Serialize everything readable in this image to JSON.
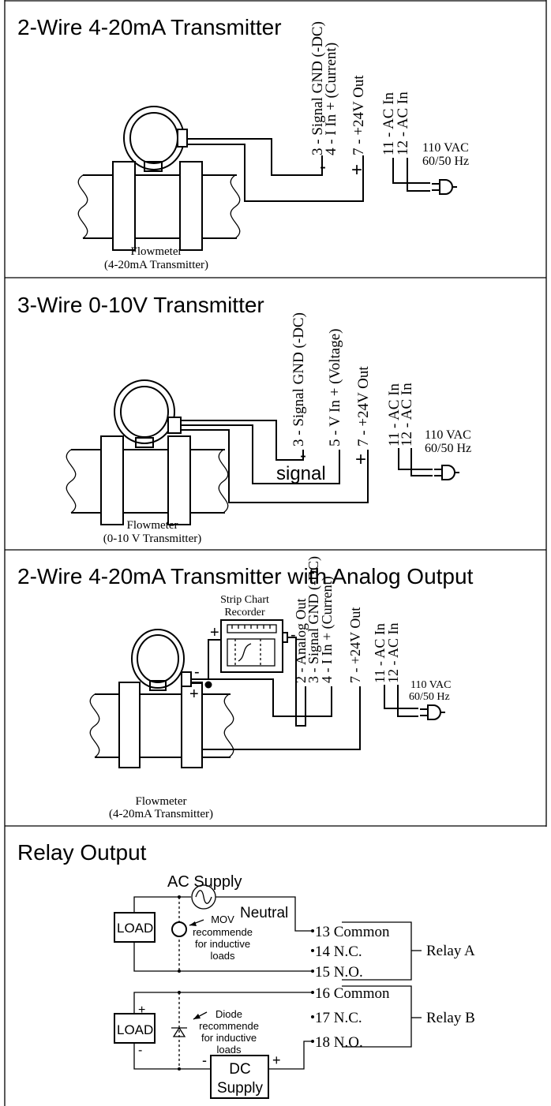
{
  "sections": [
    {
      "title": "2-Wire 4-20mA Transmitter",
      "terminals": [
        "3 - Signal GND (-DC)",
        "4 - I In + (Current)",
        "7 - +24V Out",
        "11 - AC In",
        "12 - AC In"
      ],
      "supply": [
        "110 VAC",
        "60/50 Hz"
      ],
      "polarity": [
        "-",
        "+"
      ],
      "device_label": [
        "Flowmeter",
        "(4-20mA Transmitter)"
      ]
    },
    {
      "title": "3-Wire 0-10V Transmitter",
      "terminals": [
        "3 - Signal GND (-DC)",
        "5 - V In + (Voltage)",
        "7 - +24V Out",
        "11 - AC In",
        "12 - AC In"
      ],
      "supply": [
        "110 VAC",
        "60/50 Hz"
      ],
      "polarity": [
        "-",
        "+"
      ],
      "signal_label": "signal",
      "device_label": [
        "Flowmeter",
        "(0-10 V Transmitter)"
      ]
    },
    {
      "title": "2-Wire 4-20mA Transmitter with Analog Output",
      "recorder_label": [
        "Strip Chart",
        "Recorder"
      ],
      "terminals": [
        "2 - Analog Out",
        "3 - Signal GND (-DC)",
        "4 - I In + (Current)",
        "7 - +24V Out",
        "11 - AC In",
        "12 - AC In"
      ],
      "supply": [
        "110 VAC",
        "60/50 Hz"
      ],
      "polarity": [
        "+",
        "-",
        "-",
        "+"
      ],
      "device_label": [
        "Flowmeter",
        "(4-20mA Transmitter)"
      ]
    },
    {
      "title": "Relay Output",
      "ac_supply": "AC Supply",
      "neutral": "Neutral",
      "load": "LOAD",
      "mov_note": [
        "MOV",
        "recommende",
        "for inductive",
        "loads"
      ],
      "diode_note": [
        "Diode",
        "recommende",
        "for inductive",
        "loads"
      ],
      "relay_a_terminals": [
        "13 Common",
        "14 N.C.",
        "15 N.O."
      ],
      "relay_b_terminals": [
        "16 Common",
        "17 N.C.",
        "18 N.O."
      ],
      "relay_a": "Relay A",
      "relay_b": "Relay B",
      "dc_supply": [
        "DC",
        "Supply"
      ],
      "polarity": [
        "+",
        "-",
        "-",
        "+"
      ]
    }
  ]
}
